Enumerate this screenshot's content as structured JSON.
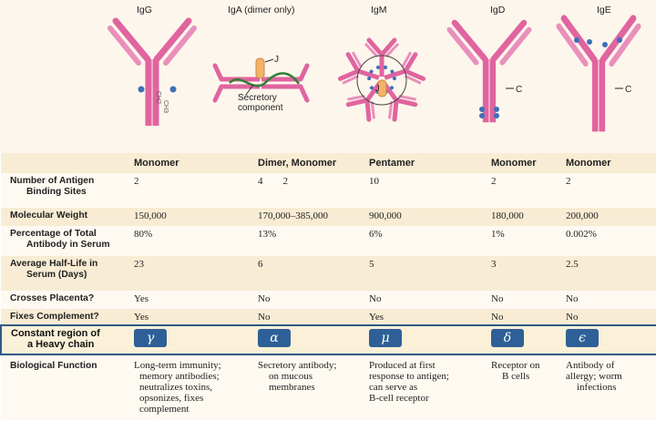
{
  "antibodies": [
    {
      "name": "IgG",
      "structure": "Monomer",
      "binding_sites": "2",
      "molecular_weight": "150,000",
      "percent_serum": "80%",
      "half_life": "23",
      "crosses_placenta": "Yes",
      "fixes_complement": "Yes",
      "heavy_chain": "γ",
      "function": [
        "Long-term immunity;",
        "memory antibodies;",
        "neutralizes toxins,",
        "opsonizes, fixes",
        "complement"
      ]
    },
    {
      "name": "IgA (dimer only)",
      "structure": "Dimer, Monomer",
      "binding_sites": "4        2",
      "molecular_weight": "170,000–385,000",
      "percent_serum": "13%",
      "half_life": "6",
      "crosses_placenta": "No",
      "fixes_complement": "No",
      "heavy_chain": "α",
      "function": [
        "Secretory antibody;",
        "on mucous",
        "membranes"
      ]
    },
    {
      "name": "IgM",
      "structure": "Pentamer",
      "binding_sites": "10",
      "molecular_weight": "900,000",
      "percent_serum": "6%",
      "half_life": "5",
      "crosses_placenta": "No",
      "fixes_complement": "Yes",
      "heavy_chain": "μ",
      "function": [
        "Produced at first",
        "response to antigen;",
        "can serve as",
        "B-cell receptor"
      ]
    },
    {
      "name": "IgD",
      "structure": "Monomer",
      "binding_sites": "2",
      "molecular_weight": "180,000",
      "percent_serum": "1%",
      "half_life": "3",
      "crosses_placenta": "No",
      "fixes_complement": "No",
      "heavy_chain": "δ",
      "function": [
        "Receptor on",
        "B cells"
      ]
    },
    {
      "name": "IgE",
      "structure": "Monomer",
      "binding_sites": "2",
      "molecular_weight": "200,000",
      "percent_serum": "0.002%",
      "half_life": "2.5",
      "crosses_placenta": "No",
      "fixes_complement": "No",
      "heavy_chain": "ϵ",
      "function": [
        "Antibody of",
        "allergy; worm",
        "infections"
      ]
    }
  ],
  "row_labels": {
    "binding_sites": [
      "Number of Antigen",
      "Binding Sites"
    ],
    "molecular_weight": [
      "Molecular Weight"
    ],
    "percent_serum": [
      "Percentage of Total",
      "Antibody in Serum"
    ],
    "half_life": [
      "Average Half-Life in",
      "Serum (Days)"
    ],
    "crosses_placenta": [
      "Crosses Placenta?"
    ],
    "fixes_complement": [
      "Fixes Complement?"
    ],
    "heavy_chain": [
      "Constant region of",
      "a Heavy chain"
    ],
    "function": [
      "Biological Function"
    ]
  },
  "diagram_labels": {
    "j_chain_iga": "J",
    "secretory_component": [
      "Secretory",
      "component"
    ],
    "j_chain_igm": "J",
    "ch2": "CH2",
    "ch3": "CH3",
    "c_igd": "C",
    "c_ige": "C"
  },
  "colors": {
    "heavy_chain_pink": "#e0649f",
    "light_chain_pink": "#ea8fbc",
    "carbohydrate_blue": "#3d6fb8",
    "secretory_green": "#2f7f34",
    "j_chain_orange": "#f3b26a",
    "highlight_border": "#2f5b86",
    "greek_box": "#2e6097"
  }
}
